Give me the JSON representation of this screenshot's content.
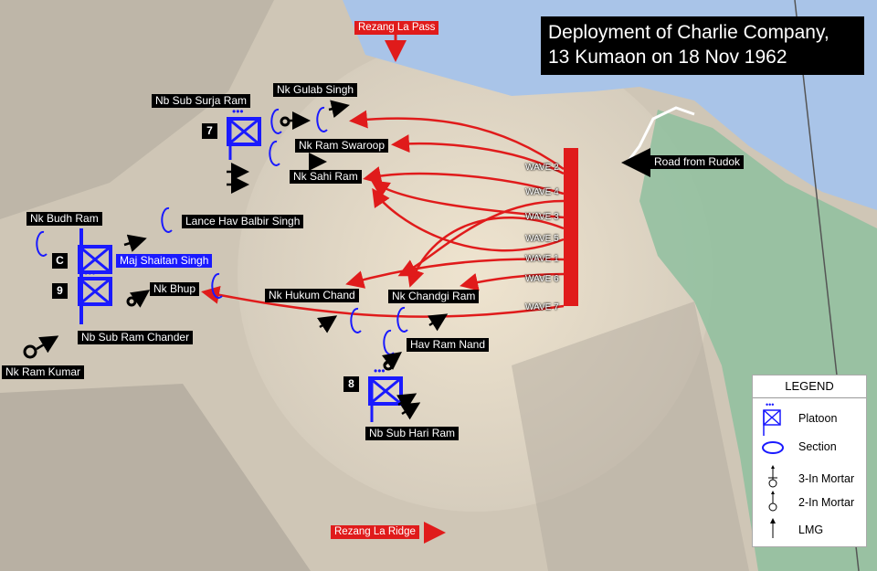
{
  "title": {
    "line1": "Deployment of Charlie Company,",
    "line2": "13 Kumaon on 18 Nov 1962"
  },
  "places": {
    "pass": "Rezang La Pass",
    "ridge": "Rezang La Ridge",
    "road": "Road from Rudok"
  },
  "waves": [
    "WAVE 2",
    "WAVE 4",
    "WAVE 3",
    "WAVE 5",
    "WAVE 1",
    "WAVE 6",
    "WAVE 7"
  ],
  "units": {
    "surja": "Nb Sub Surja Ram",
    "gulab": "Nk Gulab Singh",
    "p7": "7",
    "swaroop": "Nk Ram Swaroop",
    "sahi": "Nk Sahi Ram",
    "budh": "Nk Budh Ram",
    "balbir": "Lance Hav Balbir Singh",
    "c": "C",
    "shaitan": "Maj Shaitan Singh",
    "p9": "9",
    "bhup": "Nk Bhup",
    "chander": "Nb Sub Ram Chander",
    "kumar": "Nk Ram Kumar",
    "hukum": "Nk Hukum Chand",
    "chandgi": "Nk Chandgi Ram",
    "nand": "Hav Ram Nand",
    "p8": "8",
    "hari": "Nb Sub Hari Ram"
  },
  "legend": {
    "title": "LEGEND",
    "items": [
      "Platoon",
      "Section",
      "3-In Mortar",
      "2-In Mortar",
      "LMG"
    ]
  },
  "colors": {
    "friendly": "#1a1aff",
    "attack": "#e01b1b",
    "water": "#a9c4e8",
    "green": "#8fbf9f"
  }
}
